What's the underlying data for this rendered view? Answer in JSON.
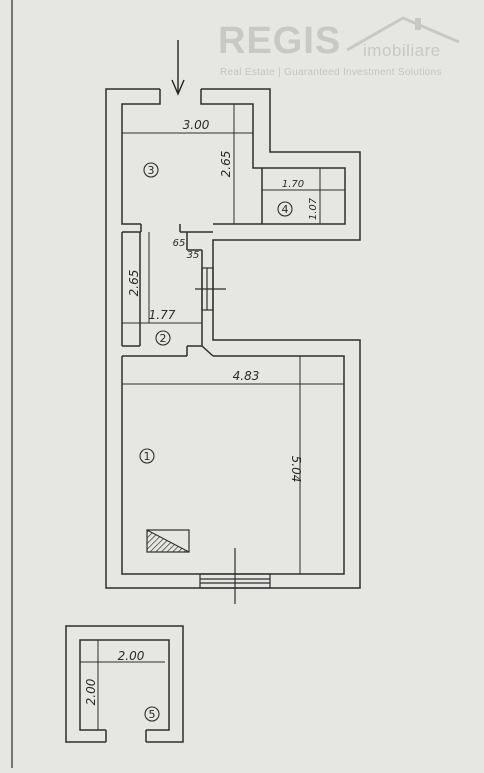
{
  "watermark": {
    "brand": "REGIS",
    "product": "imobiliare",
    "tagline": "Real Estate | Guaranteed Investment Solutions"
  },
  "rooms": {
    "r1": "1",
    "r2": "2",
    "r3": "3",
    "r4": "4",
    "r5": "5"
  },
  "dimensions": {
    "room3_width": "3.00",
    "room3_height": "2.65",
    "room4_width": "1.70",
    "room4_height": "1.07",
    "corridor_65": "65",
    "corridor_35": "35",
    "room2_height": "2.65",
    "room2_width": "1.77",
    "room1_width": "4.83",
    "room1_height": "5.04",
    "room5_width": "2.00",
    "room5_height": "2.00"
  },
  "colors": {
    "paper": "#e6e6e2",
    "wall": "#2e2e2e",
    "watermark": "#c8c8c4"
  }
}
